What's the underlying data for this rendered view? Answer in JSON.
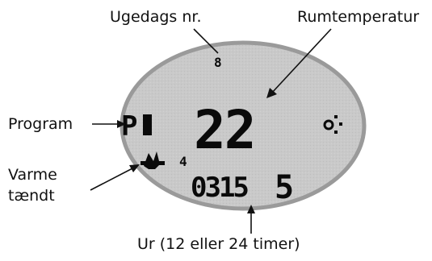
{
  "labels": {
    "weekday": "Ugedags nr.",
    "room_temperature": "Rumtemperatur",
    "program": "Program",
    "heating_line1": "Varme",
    "heating_line2": "tændt",
    "clock": "Ur (12 eller 24 timer)"
  },
  "display": {
    "weekday_number": "8",
    "program_code": "P",
    "temperature": "22",
    "clock_value": "0315",
    "clock_suffix": "5",
    "clock_small": "4"
  }
}
